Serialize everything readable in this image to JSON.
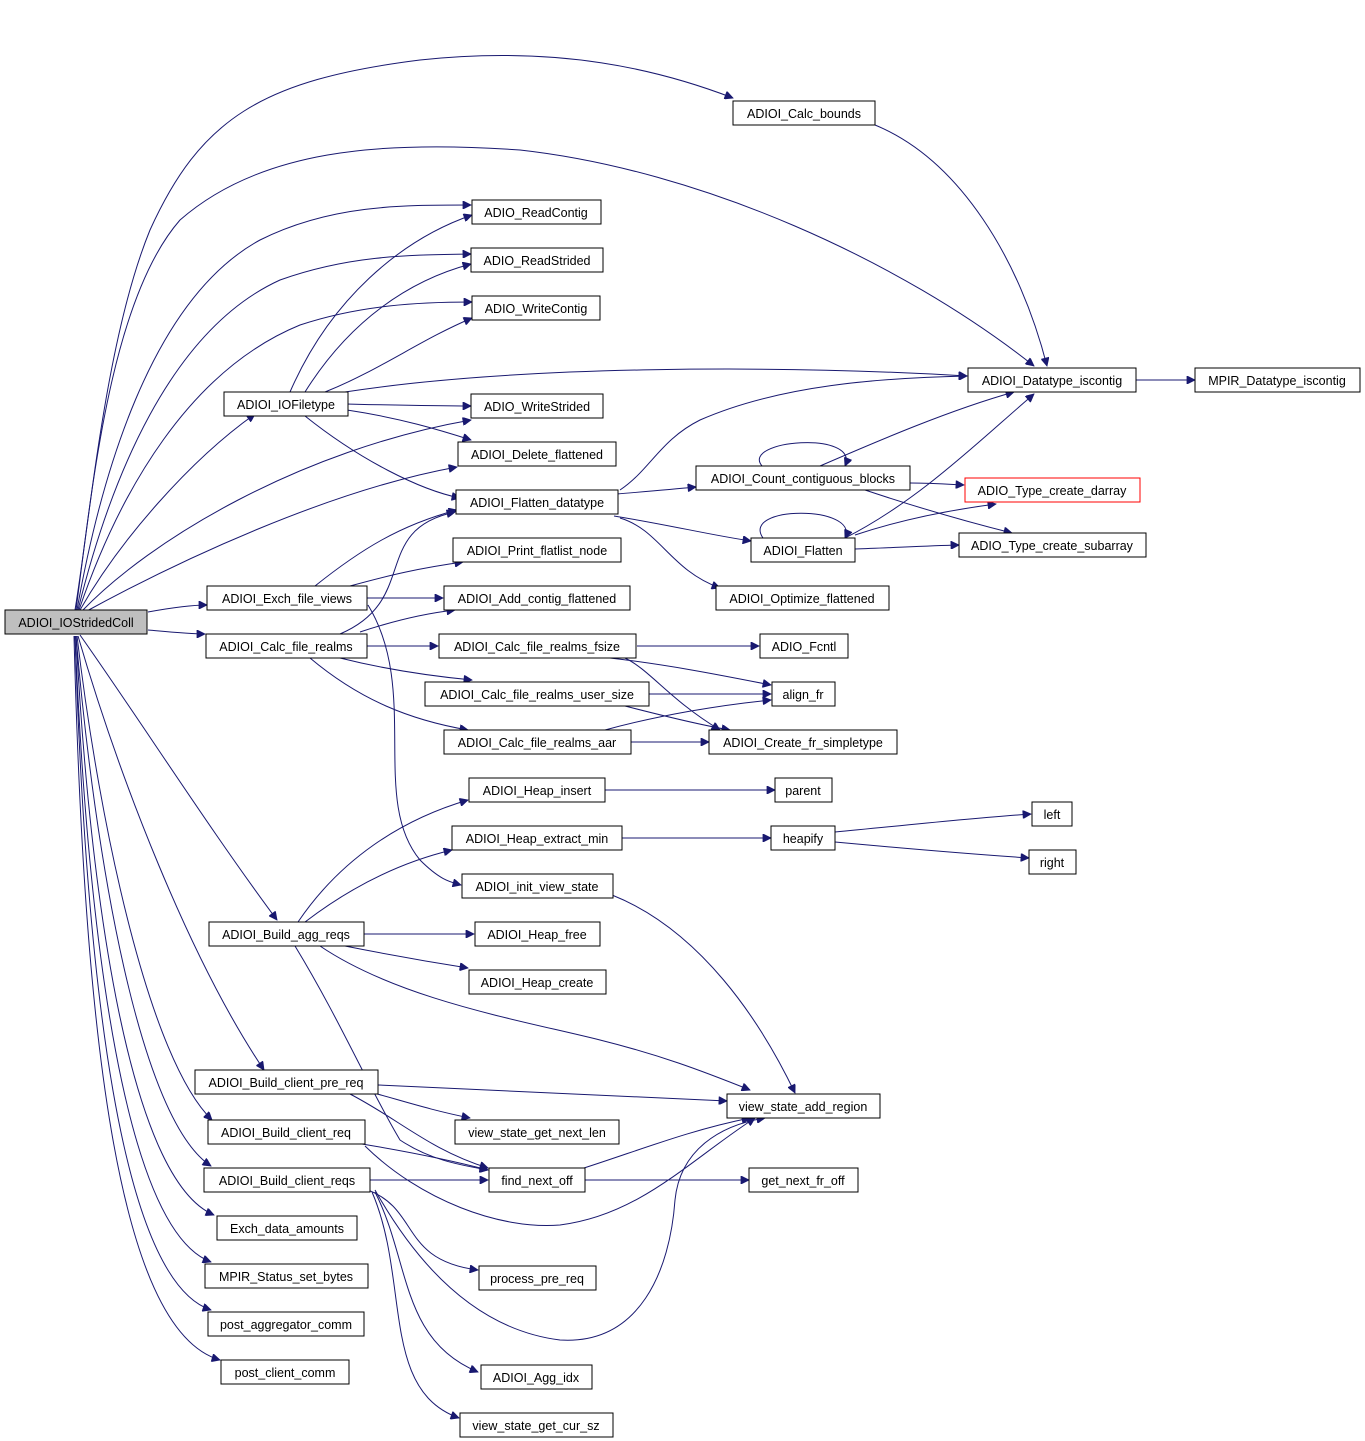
{
  "diagram": {
    "title": "ADIOI_IOStridedColl call graph",
    "root": "ADIOI_IOStridedColl",
    "colors": {
      "edge": "#191970",
      "root_fill": "#bfbfbf",
      "node_border": "#000000",
      "highlight_border": "#ff0000"
    },
    "nodes": [
      {
        "id": "root",
        "label": "ADIOI_IOStridedColl"
      },
      {
        "id": "calc_bounds",
        "label": "ADIOI_Calc_bounds"
      },
      {
        "id": "read_contig",
        "label": "ADIO_ReadContig"
      },
      {
        "id": "read_strided",
        "label": "ADIO_ReadStrided"
      },
      {
        "id": "write_contig",
        "label": "ADIO_WriteContig"
      },
      {
        "id": "iscontig",
        "label": "ADIOI_Datatype_iscontig"
      },
      {
        "id": "mpir_iscontig",
        "label": "MPIR_Datatype_iscontig"
      },
      {
        "id": "iofiletype",
        "label": "ADIOI_IOFiletype"
      },
      {
        "id": "write_strided",
        "label": "ADIO_WriteStrided"
      },
      {
        "id": "delete_flattened",
        "label": "ADIOI_Delete_flattened"
      },
      {
        "id": "count_contig",
        "label": "ADIOI_Count_contiguous_blocks"
      },
      {
        "id": "darray",
        "label": "ADIO_Type_create_darray"
      },
      {
        "id": "flatten_datatype",
        "label": "ADIOI_Flatten_datatype"
      },
      {
        "id": "flatten",
        "label": "ADIOI_Flatten"
      },
      {
        "id": "subarray",
        "label": "ADIO_Type_create_subarray"
      },
      {
        "id": "print_flatlist",
        "label": "ADIOI_Print_flatlist_node"
      },
      {
        "id": "exch_file_views",
        "label": "ADIOI_Exch_file_views"
      },
      {
        "id": "add_contig",
        "label": "ADIOI_Add_contig_flattened"
      },
      {
        "id": "optimize_flattened",
        "label": "ADIOI_Optimize_flattened"
      },
      {
        "id": "calc_file_realms",
        "label": "ADIOI_Calc_file_realms"
      },
      {
        "id": "realms_fsize",
        "label": "ADIOI_Calc_file_realms_fsize"
      },
      {
        "id": "fcntl",
        "label": "ADIO_Fcntl"
      },
      {
        "id": "realms_user_size",
        "label": "ADIOI_Calc_file_realms_user_size"
      },
      {
        "id": "align_fr",
        "label": "align_fr"
      },
      {
        "id": "realms_aar",
        "label": "ADIOI_Calc_file_realms_aar"
      },
      {
        "id": "create_fr_simpletype",
        "label": "ADIOI_Create_fr_simpletype"
      },
      {
        "id": "heap_insert",
        "label": "ADIOI_Heap_insert"
      },
      {
        "id": "parent",
        "label": "parent"
      },
      {
        "id": "left",
        "label": "left"
      },
      {
        "id": "heap_extract_min",
        "label": "ADIOI_Heap_extract_min"
      },
      {
        "id": "heapify",
        "label": "heapify"
      },
      {
        "id": "right",
        "label": "right"
      },
      {
        "id": "init_view_state",
        "label": "ADIOI_init_view_state"
      },
      {
        "id": "build_agg_reqs",
        "label": "ADIOI_Build_agg_reqs"
      },
      {
        "id": "heap_free",
        "label": "ADIOI_Heap_free"
      },
      {
        "id": "heap_create",
        "label": "ADIOI_Heap_create"
      },
      {
        "id": "build_client_pre_req",
        "label": "ADIOI_Build_client_pre_req"
      },
      {
        "id": "view_state_add_region",
        "label": "view_state_add_region"
      },
      {
        "id": "view_state_get_next_len",
        "label": "view_state_get_next_len"
      },
      {
        "id": "build_client_req",
        "label": "ADIOI_Build_client_req"
      },
      {
        "id": "find_next_off",
        "label": "find_next_off"
      },
      {
        "id": "build_client_reqs",
        "label": "ADIOI_Build_client_reqs"
      },
      {
        "id": "get_next_fr_off",
        "label": "get_next_fr_off"
      },
      {
        "id": "exch_data_amounts",
        "label": "Exch_data_amounts"
      },
      {
        "id": "process_pre_req",
        "label": "process_pre_req"
      },
      {
        "id": "status_set_bytes",
        "label": "MPIR_Status_set_bytes"
      },
      {
        "id": "post_aggregator_comm",
        "label": "post_aggregator_comm"
      },
      {
        "id": "agg_idx",
        "label": "ADIOI_Agg_idx"
      },
      {
        "id": "post_client_comm",
        "label": "post_client_comm"
      },
      {
        "id": "view_state_get_cur_sz",
        "label": "view_state_get_cur_sz"
      }
    ]
  }
}
